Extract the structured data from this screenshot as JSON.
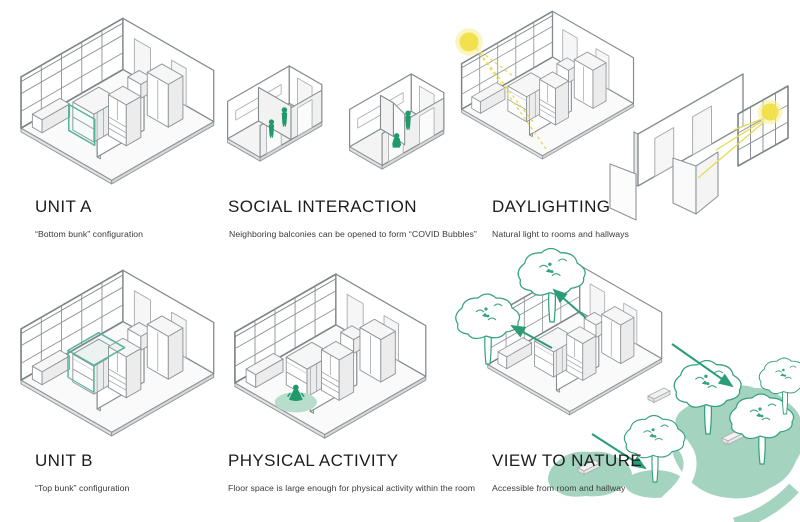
{
  "page": {
    "background": "#ffffff"
  },
  "colors": {
    "line": "#8e959a",
    "frame": "#7d8488",
    "wall_fill": "#ffffff",
    "shade": "#ececec",
    "floor": "#fafafa",
    "slab": "#e3e3e3",
    "teal": "#58b39b",
    "teal_fill": "#b9ddcd",
    "green": "#219a6b",
    "park": "#a4d4c0",
    "tree": "#35a17e",
    "arrow": "#2a9d77",
    "sun_core": "#f0e14d",
    "sun_halo": "#f8f0a3",
    "ray": "#e6da52",
    "title": "#1d1d1b",
    "caption": "#3a3a39"
  },
  "panels": [
    {
      "id": "unit-a",
      "title": "UNIT A",
      "caption": "“Bottom bunk” configuration",
      "drawing": "isometric-unit-bottom-bunk-teal-highlight"
    },
    {
      "id": "social-interaction",
      "title": "SOCIAL INTERACTION",
      "caption": "Neighboring balconies can be opened to form “COVID Bubbles”",
      "drawing": "two-balconies-divider-closed-then-opened"
    },
    {
      "id": "daylighting",
      "title": "DAYLIGHTING",
      "caption": "Natural light to rooms and hallways",
      "drawing": "unit-and-hallway-with-suns-and-light-rays"
    },
    {
      "id": "unit-b",
      "title": "UNIT B",
      "caption": "“Top bunk” configuration",
      "drawing": "isometric-unit-top-bunk-teal-highlight"
    },
    {
      "id": "physical-activity",
      "title": "PHYSICAL ACTIVITY",
      "caption": "Floor space is large enough for physical activity within the room",
      "drawing": "unit-with-exercise-figure-on-mat"
    },
    {
      "id": "view-to-nature",
      "title": "VIEW TO NATURE",
      "caption": "Accessible from room and hallway",
      "drawing": "unit-with-arrows-to-trees-and-park"
    }
  ]
}
